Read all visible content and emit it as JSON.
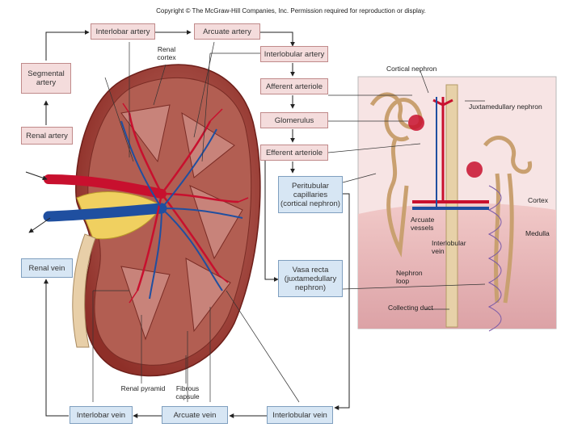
{
  "copyright": "Copyright © The McGraw-Hill Companies, Inc. Permission required for reproduction or display.",
  "flow_boxes": {
    "interlobar_artery": "Interlobar artery",
    "arcuate_artery": "Arcuate artery",
    "segmental_artery_l1": "Segmental",
    "segmental_artery_l2": "artery",
    "renal_artery": "Renal artery",
    "interlobular_artery": "Interlobular artery",
    "afferent_arteriole": "Afferent arteriole",
    "glomerulus": "Glomerulus",
    "efferent_arteriole": "Efferent arteriole",
    "peritubular_l1": "Peritubular",
    "peritubular_l2": "capillaries",
    "peritubular_l3": "(cortical nephron)",
    "vasa_recta_l1": "Vasa recta",
    "vasa_recta_l2": "(juxtamedullary",
    "vasa_recta_l3": "nephron)",
    "renal_vein": "Renal vein",
    "interlobar_vein": "Interlobar vein",
    "arcuate_vein": "Arcuate vein",
    "interlobular_vein": "Interlobular vein"
  },
  "labels": {
    "renal_cortex_l1": "Renal",
    "renal_cortex_l2": "cortex",
    "renal_pyramid": "Renal pyramid",
    "fibrous_capsule_l1": "Fibrous",
    "fibrous_capsule_l2": "capsule",
    "cortical_nephron": "Cortical nephron",
    "juxtamedullary_nephron": "Juxtamedullary nephron",
    "cortex": "Cortex",
    "medulla": "Medulla",
    "arcuate_vessels_l1": "Arcuate",
    "arcuate_vessels_l2": "vessels",
    "interlobular_vein_l1": "Interlobular",
    "interlobular_vein_l2": "vein",
    "nephron_loop_l1": "Nephron",
    "nephron_loop_l2": "loop",
    "collecting_duct": "Collecting duct"
  },
  "colors": {
    "artery": "#c8102e",
    "vein": "#1f4fa0",
    "artery_box": "#f4dcdc",
    "vein_box": "#d7e6f4",
    "kidney": "#a2453c",
    "cortex_tissue": "#d9a19a",
    "medulla_tissue": "#e9b8b8"
  }
}
